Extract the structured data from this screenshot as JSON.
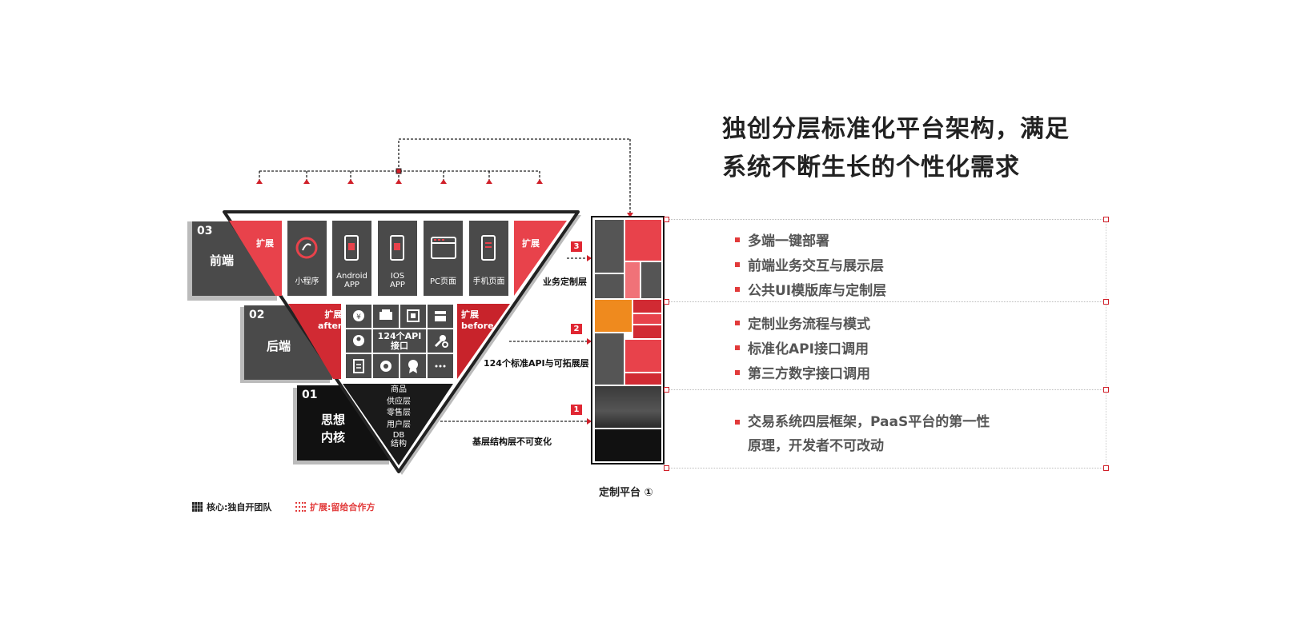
{
  "headline": {
    "line1": "独创分层标准化平台架构，满足",
    "line2": "系统不断生长的个性化需求"
  },
  "layers": {
    "front": {
      "num": "03",
      "name": "前端"
    },
    "back": {
      "num": "02",
      "name": "后端"
    },
    "core": {
      "num": "01",
      "name_line1": "思想",
      "name_line2": "内核"
    }
  },
  "front_cells": [
    {
      "label": "小程序",
      "icon": "miniprogram-icon"
    },
    {
      "label": "Android\nAPP",
      "icon": "android-phone-icon"
    },
    {
      "label": "IOS\nAPP",
      "icon": "ios-phone-icon"
    },
    {
      "label": "PC页面",
      "icon": "pc-browser-icon"
    },
    {
      "label": "手机页面",
      "icon": "mobile-page-icon"
    }
  ],
  "ext": {
    "front_left": "扩展",
    "front_right": "扩展",
    "back_left_1": "扩展",
    "back_left_2": "after",
    "back_right_1": "扩展",
    "back_right_2": "before"
  },
  "api_center": "124个API\n接口",
  "core_items": [
    "商品",
    "供应层",
    "零售层",
    "用户层",
    "DB\n结构"
  ],
  "layer_labels": {
    "l3": "业务定制层",
    "l2": "124个标准API与可拓展层",
    "l1": "基层结构层不可变化"
  },
  "badges": {
    "b3": "3",
    "b2": "2",
    "b1": "1"
  },
  "platform_label": "定制平台 ①",
  "bullets_group1": [
    "多端一键部署",
    "前端业务交互与展示层",
    "公共UI模版库与定制层"
  ],
  "bullets_group2": [
    "定制业务流程与模式",
    "标准化API接口调用",
    "第三方数字接口调用"
  ],
  "bullets_group3": [
    "交易系统四层框架，PaaS平台的第一性原理，开发者不可改动"
  ],
  "legend": {
    "core": "核心:独自开团队",
    "ext": "扩展:留给合作方"
  },
  "colors": {
    "red": "#e8424b",
    "dark_red": "#c8232b",
    "dark_gray": "#4a4a4a",
    "core_black": "#111111",
    "orange": "#ef8a1e"
  }
}
